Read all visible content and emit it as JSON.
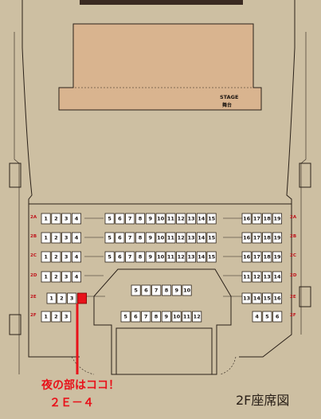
{
  "stage": {
    "label": "STAGE",
    "sublabel": "舞台"
  },
  "callout": {
    "line1": "夜の部はココ！",
    "line2": "２Ｅ－４"
  },
  "floor_title": "2F座席図",
  "colors": {
    "background": "#cdbfa2",
    "stage": "#d9b48f",
    "seat": "#ffffff",
    "highlight": "#e8121a"
  },
  "highlight_seat": {
    "row": "2E",
    "seat": "4"
  },
  "rows": [
    {
      "label": "2A",
      "blocks": [
        [
          "1",
          "2",
          "3",
          "4"
        ],
        [
          "5",
          "6",
          "7",
          "8",
          "9",
          "10",
          "11",
          "12",
          "13",
          "14",
          "15"
        ],
        [
          "16",
          "17",
          "18",
          "19"
        ]
      ]
    },
    {
      "label": "2B",
      "blocks": [
        [
          "1",
          "2",
          "3",
          "4"
        ],
        [
          "5",
          "6",
          "7",
          "8",
          "9",
          "10",
          "11",
          "12",
          "13",
          "14",
          "15"
        ],
        [
          "16",
          "17",
          "18",
          "19"
        ]
      ]
    },
    {
      "label": "2C",
      "blocks": [
        [
          "1",
          "2",
          "3",
          "4"
        ],
        [
          "5",
          "6",
          "7",
          "8",
          "9",
          "10",
          "11",
          "12",
          "13",
          "14",
          "15"
        ],
        [
          "16",
          "17",
          "18",
          "19"
        ]
      ]
    },
    {
      "label": "2D",
      "blocks": [
        [
          "1",
          "2",
          "3",
          "4"
        ],
        [
          "5",
          "6",
          "7",
          "8",
          "9",
          "10"
        ],
        [
          "11",
          "12",
          "13",
          "14"
        ]
      ]
    },
    {
      "label": "2E",
      "blocks": [
        [
          "1",
          "2",
          "3",
          "4"
        ],
        [
          "13",
          "14",
          "15",
          "16"
        ]
      ]
    },
    {
      "label": "2F",
      "blocks": [
        [
          "1",
          "2",
          "3"
        ],
        [
          "5",
          "6",
          "7",
          "8",
          "9",
          "10",
          "11",
          "12"
        ],
        [
          "4",
          "5",
          "6"
        ]
      ]
    }
  ]
}
